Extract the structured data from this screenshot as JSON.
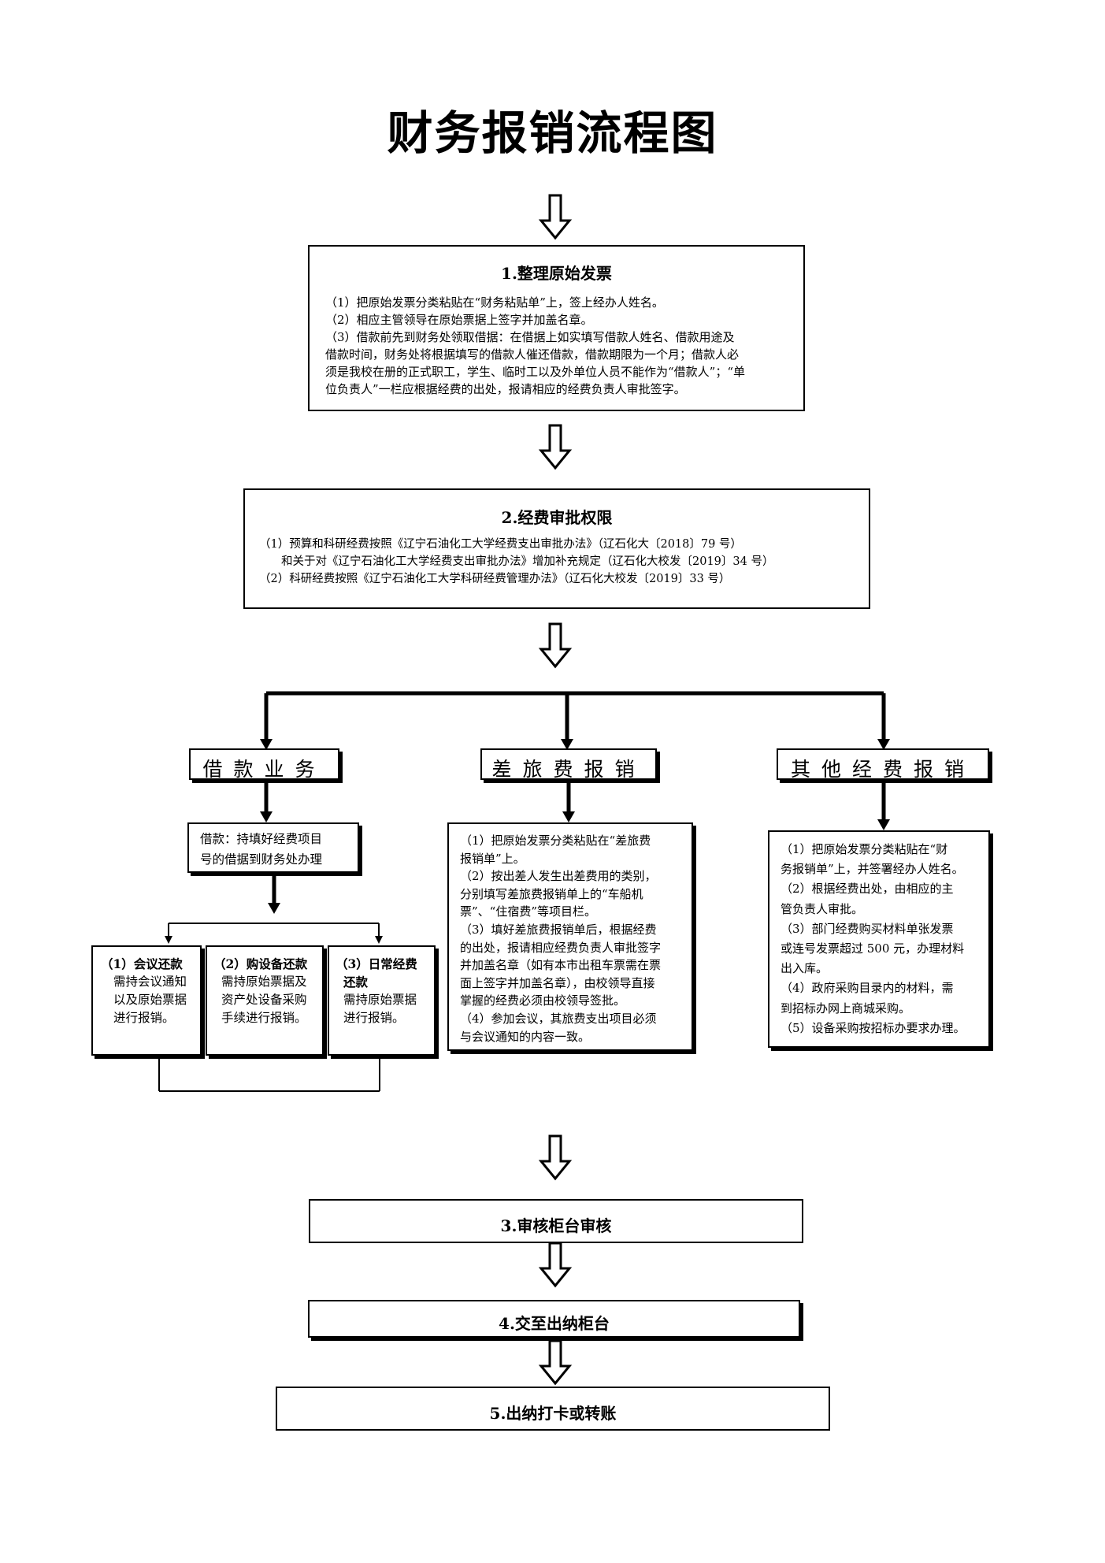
{
  "title": "财务报销流程图",
  "step1": {
    "heading": "1.整理原始发票",
    "lines": [
      "（1）把原始发票分类粘贴在“财务粘贴单”上，签上经办人姓名。",
      "（2）相应主管领导在原始票据上签字并加盖名章。",
      "（3）借款前先到财务处领取借据：在借据上如实填写借款人姓名、借款用途及",
      "借款时间，财务处将根据填写的借款人催还借款，借款期限为一个月；借款人必",
      "须是我校在册的正式职工，学生、临时工以及外单位人员不能作为“借款人”；“单",
      "位负责人”一栏应根据经费的出处，报请相应的经费负责人审批签字。"
    ]
  },
  "step2": {
    "heading": "2.经费审批权限",
    "lines": [
      "（1）预算和科研经费按照《辽宁石油化工大学经费支出审批办法》（辽石化大〔2018〕79 号）",
      "和关于对《辽宁石油化工大学经费支出审批办法》增加补充规定（辽石化大校发〔2019〕34 号）",
      "（2）科研经费按照《辽宁石油化工大学科研经费管理办法》（辽石化大校发〔2019〕33 号）"
    ]
  },
  "branches": {
    "loan": {
      "label": "借款业务",
      "note": [
        "借款：持填好经费项目",
        "号的借据到财务处办理"
      ],
      "repay": [
        {
          "title": "（1）会议还款",
          "lines": [
            "需持会议通知",
            "以及原始票据",
            "进行报销。"
          ]
        },
        {
          "title": "（2）购设备还款",
          "lines": [
            "需持原始票据及",
            "资产处设备采购",
            "手续进行报销。"
          ]
        },
        {
          "title": "（3）日常经费",
          "title2": "还款",
          "lines": [
            "需持原始票据",
            "进行报销。"
          ]
        }
      ]
    },
    "travel": {
      "label": "差旅费报销",
      "lines": [
        "（1）把原始发票分类粘贴在“差旅费",
        "报销单”上。",
        "（2）按出差人发生出差费用的类别，",
        "分别填写差旅费报销单上的“车船机",
        "票”、“住宿费”等项目栏。",
        "（3）填好差旅费报销单后，根据经费",
        "的出处，报请相应经费负责人审批签字",
        "并加盖名章（如有本市出租车票需在票",
        "面上签字并加盖名章），由校领导直接",
        "掌握的经费必须由校领导签批。",
        "（4）参加会议，其旅费支出项目必须",
        "与会议通知的内容一致。"
      ]
    },
    "other": {
      "label": "其他经费报销",
      "lines": [
        "（1）把原始发票分类粘贴在“财",
        "务报销单”上，并签署经办人姓名。",
        "（2）根据经费出处，由相应的主",
        "管负责人审批。",
        "（3）部门经费购买材料单张发票",
        "或连号发票超过 500 元，办理材料",
        "出入库。",
        "（4）政府采购目录内的材料，需",
        "到招标办网上商城采购。",
        "（5）设备采购按招标办要求办理。"
      ]
    }
  },
  "step3": "3.审核柜台审核",
  "step4": "4.交至出纳柜台",
  "step5": "5.出纳打卡或转账"
}
